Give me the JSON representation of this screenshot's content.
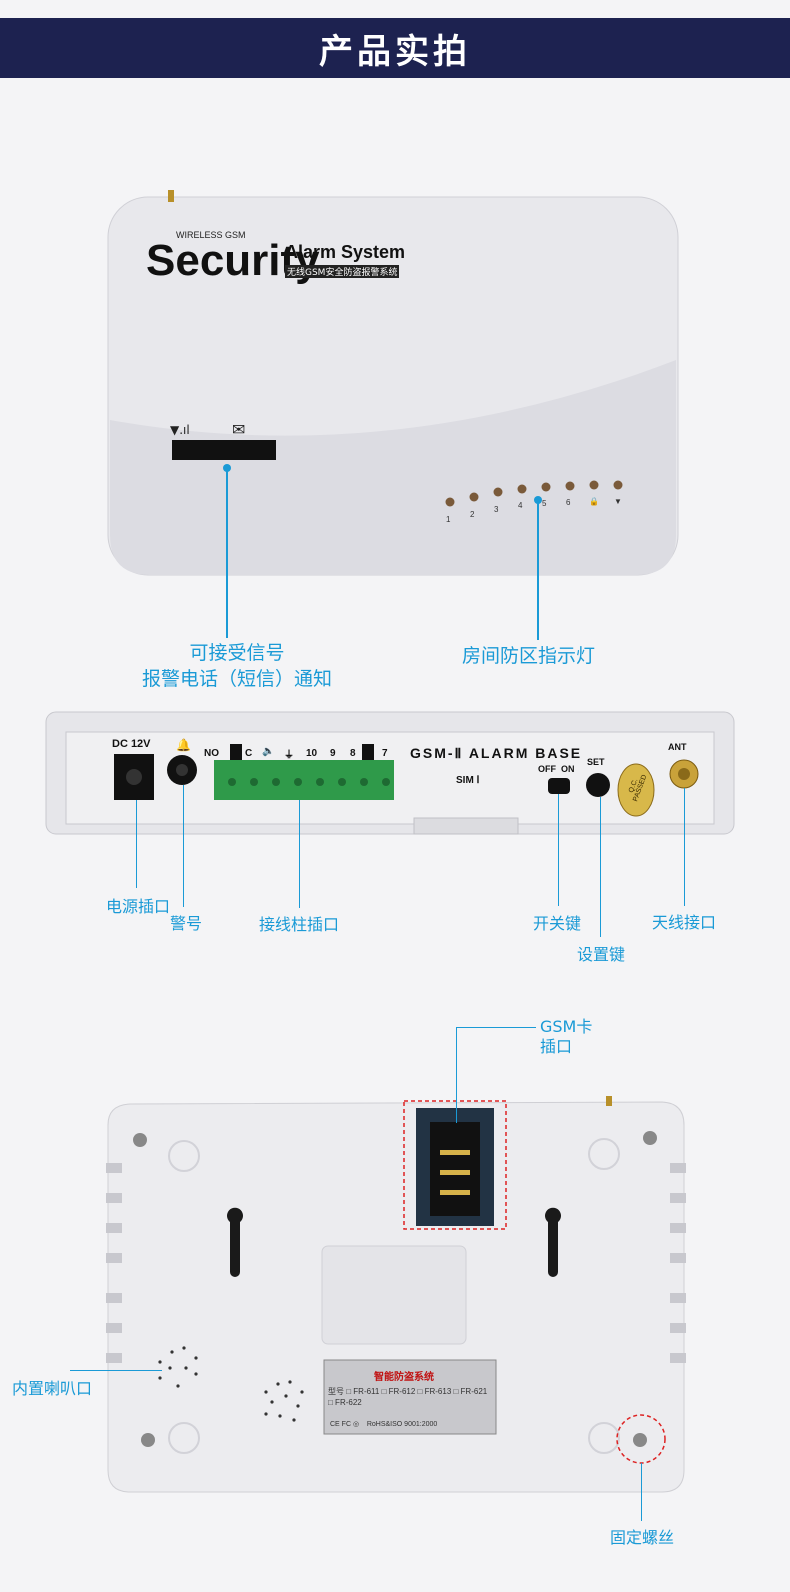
{
  "header": {
    "title": "产品实拍"
  },
  "front": {
    "brand_top": "WIRELESS GSM",
    "brand_main": "Security",
    "brand_sub": "Alarm System",
    "brand_cn": "无线GSM安全防盗报警系统",
    "zone_labels": [
      "1",
      "2",
      "3",
      "4",
      "5",
      "6",
      "🔒",
      "▼"
    ],
    "callout_display_line1": "可接受信号",
    "callout_display_line2": "报警电话（短信）通知",
    "callout_zones": "房间防区指示灯"
  },
  "back": {
    "dc_label": "DC 12V",
    "terminal_labels": [
      "NO",
      "C",
      "🔈",
      "⏚",
      "10",
      "9",
      "8",
      "7"
    ],
    "model_text": "GSM-Ⅱ ALARM BASE",
    "sim_text": "SIM Ⅰ",
    "switch_text": "OFF  ON",
    "set_text": "SET",
    "ant_text": "ANT",
    "qc_text": "Q.C. PASSED",
    "callouts": {
      "power": "电源插口",
      "siren": "警号",
      "terminal": "接线柱插口",
      "switch": "开关键",
      "set": "设置键",
      "antenna": "天线接口"
    }
  },
  "bottom": {
    "gsm_callout_line1": "GSM卡",
    "gsm_callout_line2": "插口",
    "speaker_callout": "内置喇叭口",
    "screw_callout": "固定螺丝",
    "sticker_title": "智能防盗系统",
    "sticker_models": "型号 □ FR-611  □ FR-612  □ FR-613  □ FR-621  □ FR-622",
    "sticker_cert": "CE FC ◎    RoHS&ISO 9001:2000"
  },
  "colors": {
    "accent": "#1a9ad6",
    "header_bg": "#1d2250",
    "device": "#e9e9ec"
  }
}
